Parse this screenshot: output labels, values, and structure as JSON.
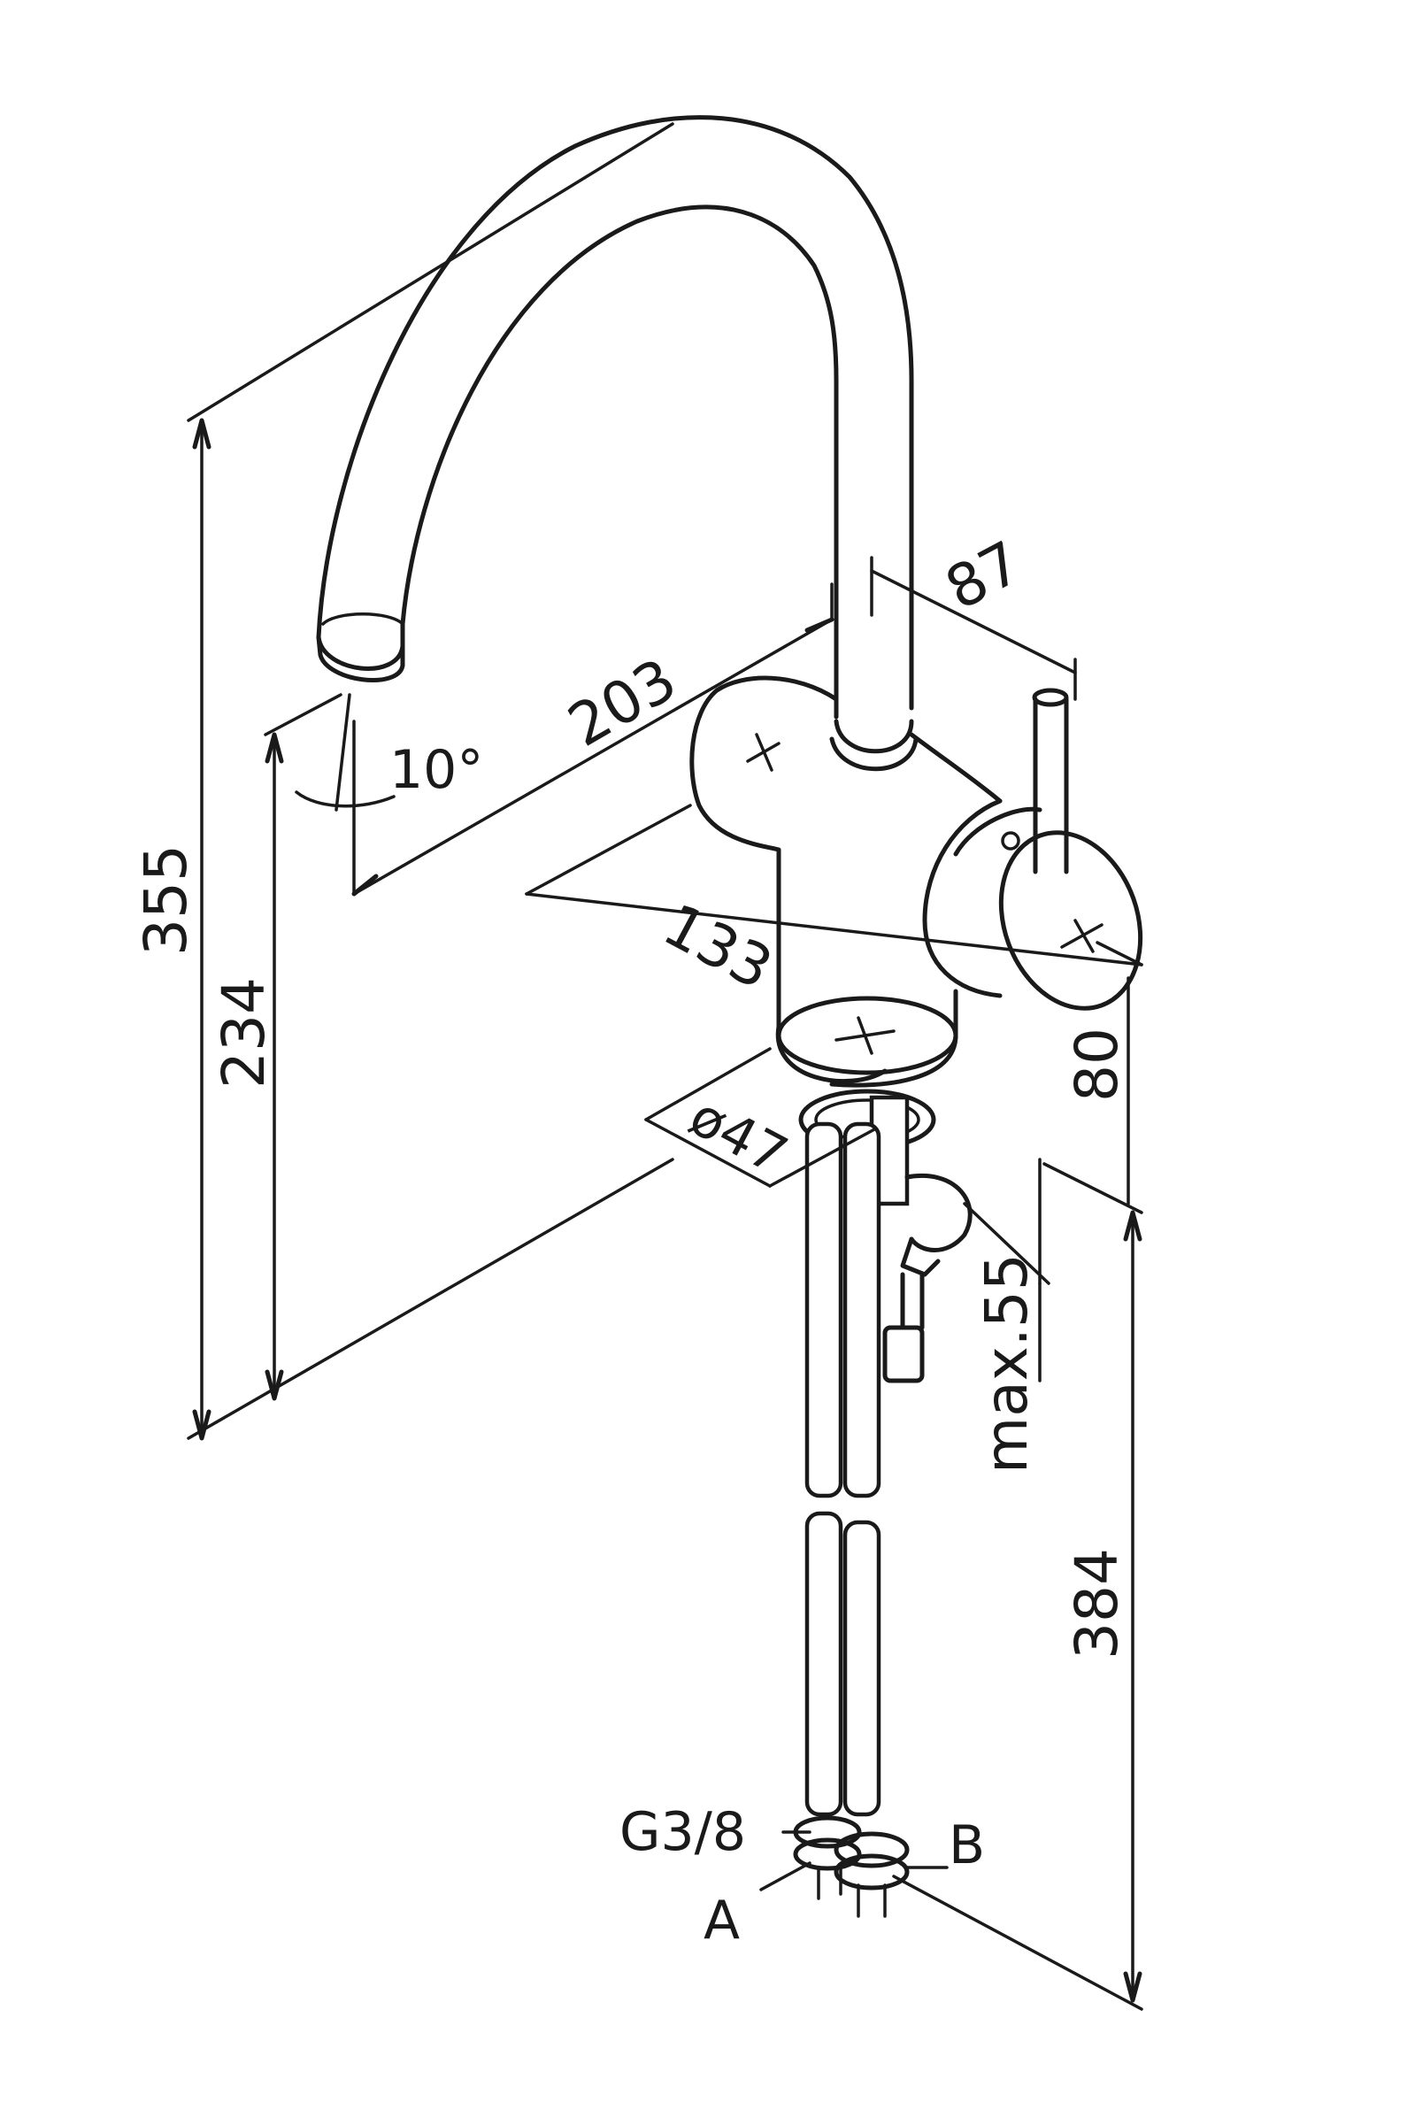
{
  "dimensions": {
    "total_height": "355",
    "spout_height": "234",
    "swivel_angle": "10°",
    "spout_reach": "203",
    "lever_offset": "87",
    "body_length": "133",
    "lever_height": "80",
    "base_diameter": "ø47",
    "max_deck_thickness": "max.55",
    "hose_length": "384"
  },
  "connections": {
    "thread": "G3/8",
    "port_a": "A",
    "port_b": "B"
  }
}
